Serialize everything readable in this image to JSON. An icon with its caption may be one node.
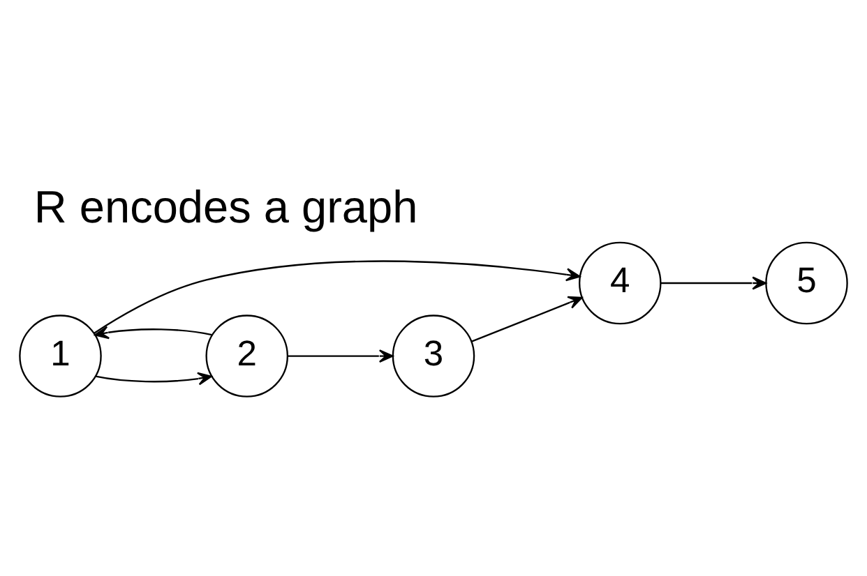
{
  "diagram": {
    "title": "R encodes a graph",
    "nodes": [
      {
        "text": [
          "5"
        ]
      },
      {
        "text": [
          "1"
        ]
      },
      {
        "text": [
          "4"
        ]
      },
      {
        "text": [
          "2"
        ]
      },
      {
        "text": [
          "3"
        ]
      }
    ],
    "edges": [
      {
        "from": 1,
        "to": 2,
        "arrow": "to"
      },
      {
        "from": 2,
        "to": 0,
        "arrow": "to"
      },
      {
        "from": 1,
        "to": 3,
        "arrow": "to"
      },
      {
        "from": 3,
        "to": 1,
        "arrow": "to"
      },
      {
        "from": 3,
        "to": 4,
        "arrow": "to"
      },
      {
        "from": 4,
        "to": 2,
        "arrow": "to"
      }
    ]
  }
}
